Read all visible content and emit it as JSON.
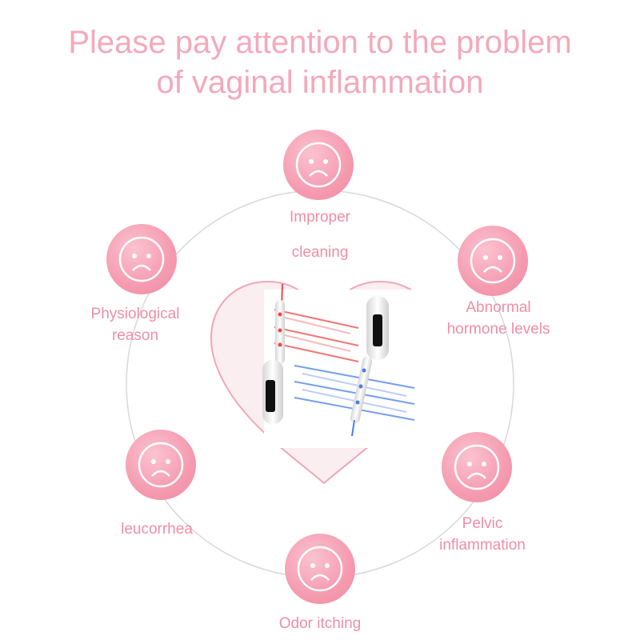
{
  "title": {
    "line1": "Please pay attention to the problem",
    "line2": "of vaginal inflammation"
  },
  "causes": {
    "improper_cleaning": {
      "line1": "Improper",
      "line2": "cleaning",
      "icon": "sad-face-icon"
    },
    "abnormal_hormone": {
      "line1": "Abnormal",
      "line2": "hormone levels",
      "icon": "sad-face-icon"
    },
    "pelvic_inflammation": {
      "line1": "Pelvic",
      "line2": "inflammation",
      "icon": "sad-face-icon"
    },
    "odor_itching": {
      "line1": "Odor itching",
      "icon": "sad-face-icon"
    },
    "leucorrhea": {
      "line1": "leucorrhea",
      "icon": "sad-face-icon"
    },
    "physiological": {
      "line1": "Physiological",
      "line2": "reason",
      "icon": "sad-face-icon"
    }
  },
  "colors": {
    "accent_pink": "#f4a9bb",
    "icon_pink": "#f59bb0",
    "red_light": "#f04848",
    "blue_light": "#4a7fe8"
  }
}
